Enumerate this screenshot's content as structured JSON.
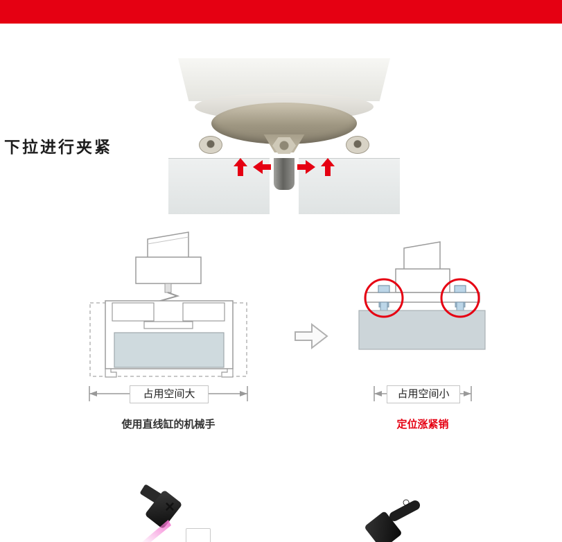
{
  "page": {
    "background": "#ffffff",
    "accent_red": "#e50012"
  },
  "header": {
    "banner_color": "#e50012"
  },
  "clamp_section": {
    "title": "下拉进行夹紧"
  },
  "comparison": {
    "left": {
      "dimension_label": "占用空间大",
      "caption": "使用直线缸的机械手",
      "caption_color": "#333333"
    },
    "arrow_icon": "right-double-arrow",
    "right": {
      "dimension_label": "占用空间小",
      "caption": "定位涨紧销",
      "caption_color": "#e50012"
    }
  },
  "examples": {
    "wrong_mark": "×",
    "correct_mark": "○"
  }
}
